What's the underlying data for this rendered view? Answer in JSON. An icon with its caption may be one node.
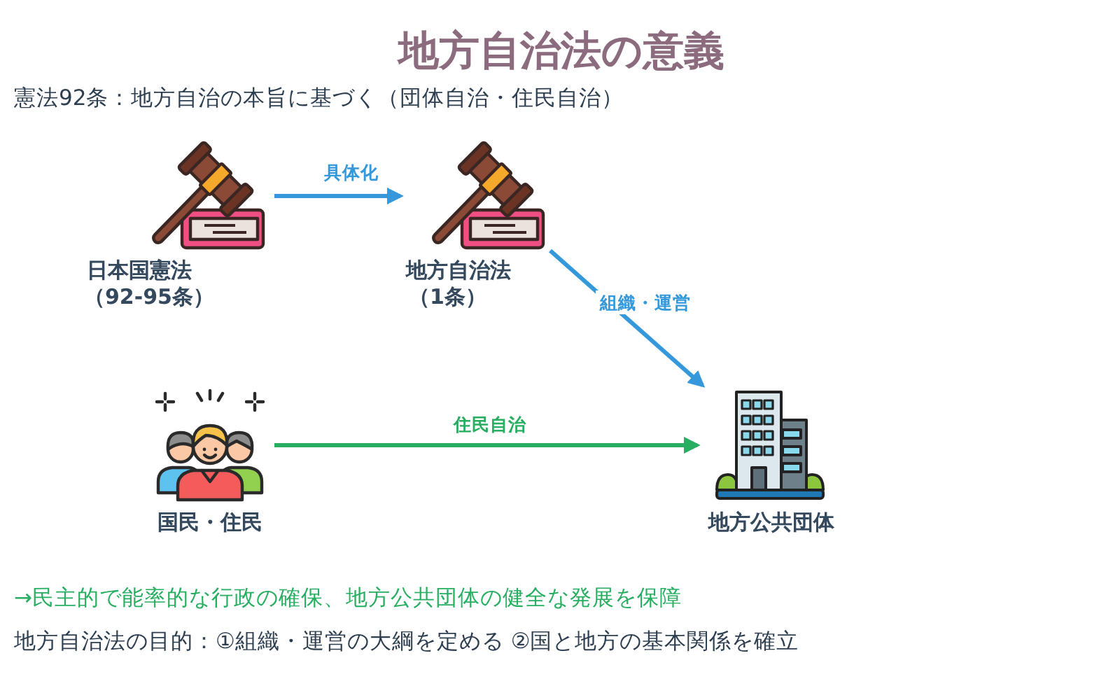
{
  "diagram": {
    "title": "地方自治法の意義",
    "nodes": [
      {
        "text": [
          "日本国憲法",
          "（92-95条）"
        ]
      },
      {
        "text": [
          "地方自治法",
          "（1条）"
        ]
      },
      {
        "text": [
          "国民・住民"
        ]
      },
      {
        "text": [
          "地方公共団体"
        ]
      }
    ],
    "edges": [
      {
        "from": 0,
        "to": 1,
        "arrow": "to",
        "label": "具体化"
      },
      {
        "from": 1,
        "to": 3,
        "arrow": "to",
        "label": "組織・運営"
      },
      {
        "from": 2,
        "to": 3,
        "arrow": "to",
        "label": "住民自治",
        "color": "#27ae60"
      }
    ],
    "labels": [
      "憲法92条：地方自治の本旨に基づく（団体自治・住民自治）",
      "→民主的で能率的な行政の確保、地方公共団体の健全な発展を保障",
      "地方自治法の目的：①組織・運営の大綱を定める ②国と地方の基本関係を確立"
    ]
  }
}
